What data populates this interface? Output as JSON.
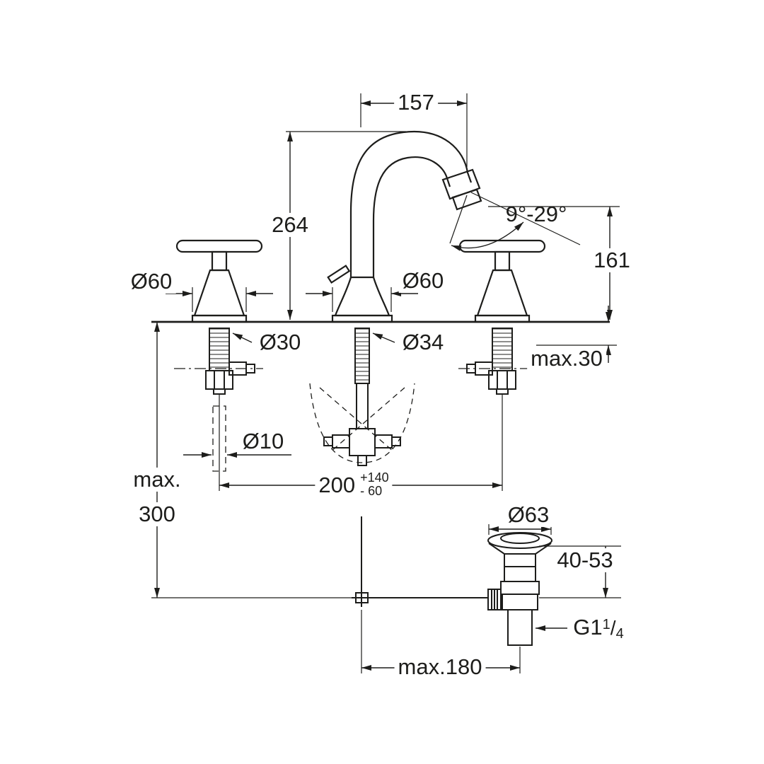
{
  "page": {
    "background": "#ffffff",
    "line_color": "#1d1d1b",
    "description": "faucet-technical-dimension-drawing"
  },
  "labels": {
    "spout_reach": "157",
    "spout_height": "264",
    "spray_angle": "9°-29°",
    "outlet_height": "161",
    "handle_diameter": "Ø60",
    "body_diameter": "Ø60",
    "handle_hole_diameter": "Ø30",
    "body_hole_diameter": "Ø34",
    "max_deck_thickness": "max.30",
    "rod_diameter": "Ø10",
    "hole_distance": {
      "main": "200",
      "plus": "+140",
      "minus": "- 60"
    },
    "max_depth_word": "max.",
    "max_depth_value": "300",
    "waste_flange_diameter": "Ø63",
    "waste_height_range": "40-53",
    "waste_thread": {
      "prefix": "G1",
      "sup": "1",
      "slash": "/",
      "sub": "4"
    },
    "max_rod_length": "max.180"
  }
}
